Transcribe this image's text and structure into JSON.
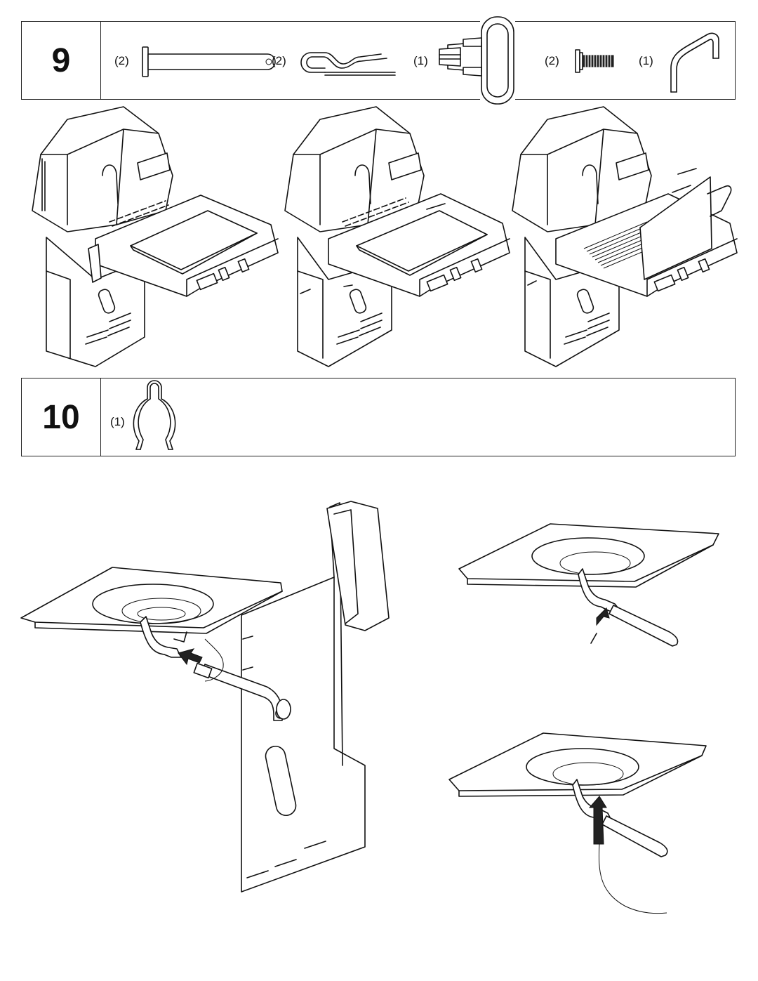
{
  "steps": [
    {
      "number": "9",
      "parts": [
        {
          "qty": "(2)",
          "icon": "clevis-pin-icon"
        },
        {
          "qty": "(2)",
          "icon": "hairpin-cotter-icon"
        },
        {
          "qty": "(1)",
          "icon": "hook-clip-icon"
        },
        {
          "qty": "(2)",
          "icon": "screw-icon"
        },
        {
          "qty": "(1)",
          "icon": "handle-icon"
        }
      ]
    },
    {
      "number": "10",
      "parts": [
        {
          "qty": "(1)",
          "icon": "hose-clip-icon"
        }
      ]
    }
  ],
  "illustrations": {
    "step9": [
      "grill-side-shelf-attach",
      "grill-side-shelf-pins",
      "grill-side-shelf-handle"
    ],
    "step10": [
      "side-burner-hose-connect",
      "hose-clip-insert",
      "igniter-wire-route"
    ]
  }
}
